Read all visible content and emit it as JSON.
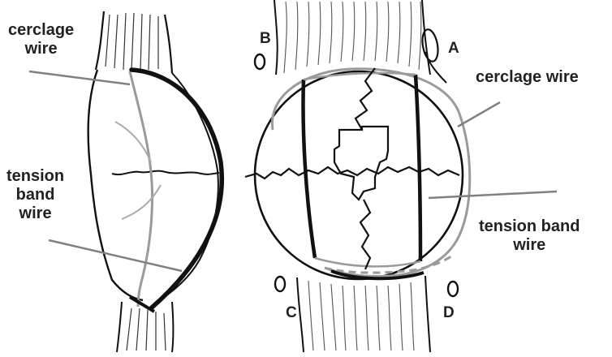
{
  "labels": {
    "left_cerclage_line1": "cerclage",
    "left_cerclage_line2": "wire",
    "left_tension_line1": "tension",
    "left_tension_line2": "band",
    "left_tension_line3": "wire",
    "right_cerclage": "cerclage wire",
    "right_tension_line1": "tension band",
    "right_tension_line2": "wire"
  },
  "points": {
    "a": "A",
    "b": "B",
    "c": "C",
    "d": "D"
  },
  "colors": {
    "ink": "#111111",
    "grey_wire": "#9a9a9a",
    "leader_line": "#808080"
  }
}
